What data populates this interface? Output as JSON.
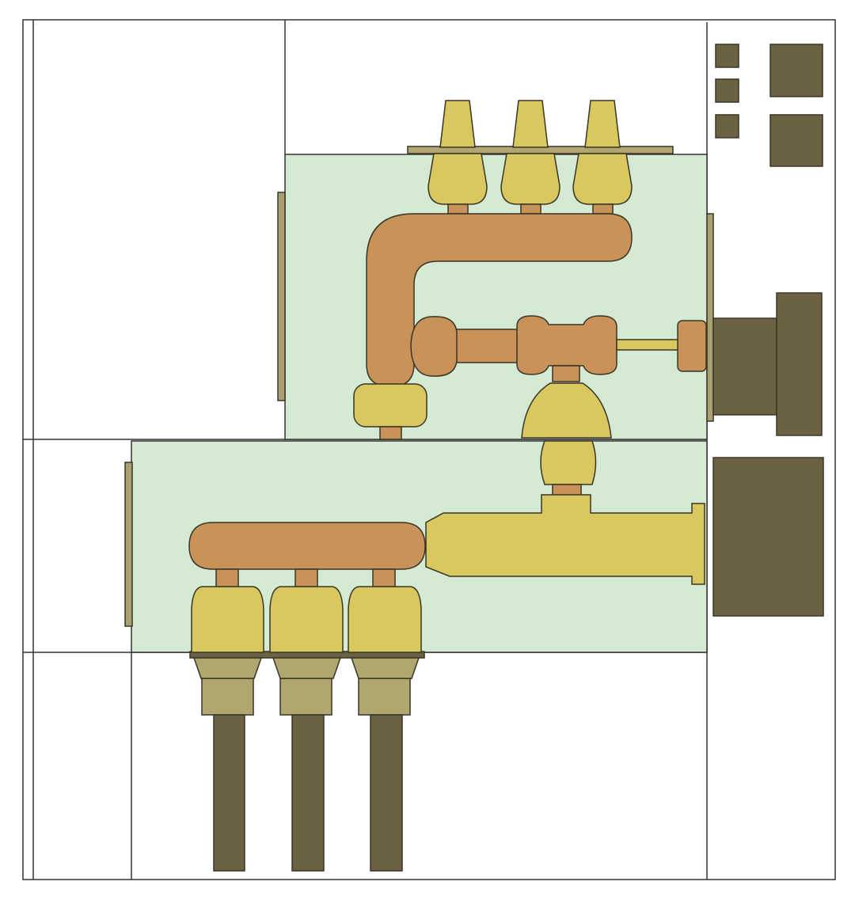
{
  "diagram": {
    "kind": "switchgear-cross-section",
    "text_labels": [],
    "colors": {
      "background": "#ffffff",
      "frame_line": "#333333",
      "compartment_fill": "#d5ead3",
      "busbar_copper": "#c99259",
      "insulator_yellow": "#d9c75f",
      "bushing_tan": "#b0a66f",
      "dark_olive": "#6b6242",
      "flange_olive": "#a9a074",
      "outline": "#3a3525"
    },
    "components": {
      "upper_compartment": "gas-compartment",
      "lower_compartment": "gas-compartment",
      "top_bushings_count": 3,
      "bottom_cable_terminations_count": 3,
      "control_panel_small_boxes": 3,
      "control_panel_large_boxes": 2,
      "operating_mechanisms": 2
    }
  }
}
